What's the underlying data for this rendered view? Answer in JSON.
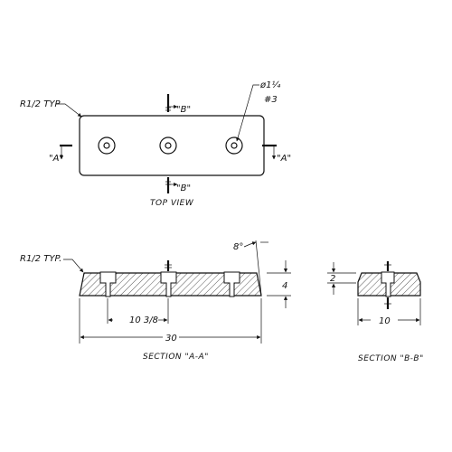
{
  "drawing": {
    "views": {
      "top": {
        "caption": "TOP VIEW",
        "radius_note": "R1/2 TYP",
        "hole_note_dia": "ø1¼",
        "hole_note_count": "#3",
        "section_a_left": "\"A\"",
        "section_a_right": "\"A\"",
        "section_b_top": "\"B\"",
        "section_b_bottom": "\"B\""
      },
      "section_a": {
        "caption": "SECTION \"A-A\"",
        "radius_note": "R1/2 TYP.",
        "angle": "8°",
        "height": "4",
        "hole_spacing": "10 3/8",
        "length": "30"
      },
      "section_b": {
        "caption": "SECTION \"B-B\"",
        "depth": "2",
        "width": "10"
      }
    },
    "colors": {
      "line": "#111111",
      "background": "#ffffff"
    }
  }
}
